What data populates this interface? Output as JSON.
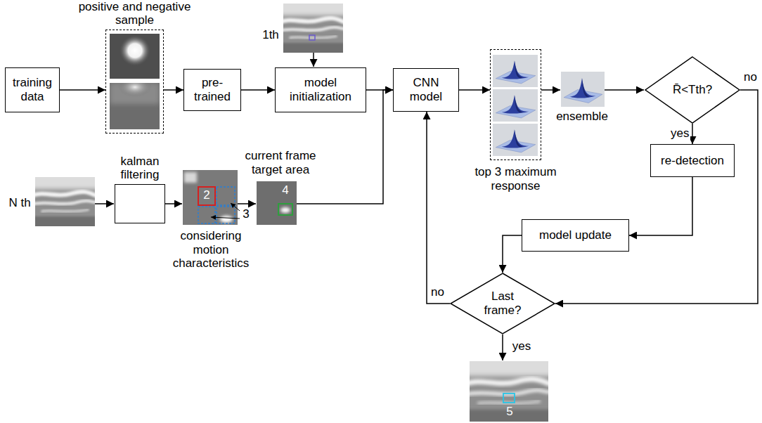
{
  "diagram": {
    "nodes": [
      {
        "text": [
          "training data"
        ]
      },
      {
        "text": [
          "positive and negative sample"
        ]
      },
      {
        "text": [
          "pre-trained"
        ]
      },
      {
        "text": [
          "model initialization"
        ]
      },
      {
        "text": [
          "CNN model"
        ]
      },
      {
        "text": [
          "top 3 maximum response"
        ]
      },
      {
        "text": [
          "R̄<Tth?"
        ]
      },
      {
        "text": [
          "re-detection"
        ]
      },
      {
        "text": [
          "kalman filtering"
        ]
      },
      {
        "text": [
          "model update"
        ]
      },
      {
        "text": [
          "Last frame?"
        ]
      }
    ],
    "edges": [
      {
        "from": 0,
        "to": 1,
        "arrow": "to"
      },
      {
        "from": 1,
        "to": 2,
        "arrow": "to"
      },
      {
        "from": 2,
        "to": 3,
        "arrow": "to"
      },
      {
        "from": 3,
        "to": 4,
        "arrow": "to"
      },
      {
        "from": 4,
        "to": 5,
        "arrow": "to"
      },
      {
        "from": 6,
        "to": 7,
        "label": "yes",
        "arrow": "to"
      },
      {
        "from": 6,
        "to": 10,
        "label": "no",
        "arrow": "to"
      },
      {
        "from": 7,
        "to": 9,
        "arrow": "to"
      },
      {
        "from": 9,
        "to": 10,
        "arrow": "to"
      },
      {
        "from": 10,
        "to": 4,
        "label": "no",
        "arrow": "to"
      }
    ],
    "labels": [
      "1th",
      "N th",
      "current frame target area",
      "2",
      "3",
      "considering motion characteristics",
      "4",
      "ensemble",
      "yes",
      "5"
    ]
  }
}
